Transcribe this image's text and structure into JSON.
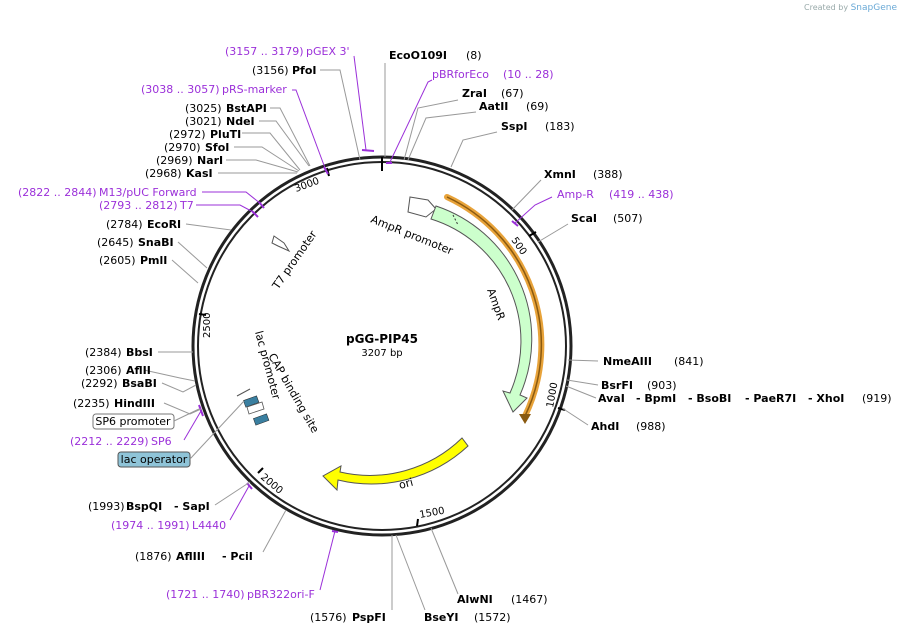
{
  "brand": {
    "created_by": "Created by",
    "name": "SnapGene"
  },
  "plasmid": {
    "name": "pGG-PIP45",
    "length": "3207 bp"
  },
  "ticks": [
    "3000",
    "500",
    "1000",
    "1500",
    "2000",
    "2500"
  ],
  "features": {
    "ampr_promoter": "AmpR promoter",
    "ampr": "AmpR",
    "ori": "ori",
    "t7_promoter": "T7 promoter",
    "lac_promoter": "lac promoter",
    "cap_site": "CAP binding site",
    "sp6_promoter": "SP6 promoter",
    "lac_operator": "lac operator"
  },
  "enzymes": {
    "ecoo109i": {
      "name": "EcoO109I",
      "pos": "(8)"
    },
    "zrai": {
      "name": "ZraI",
      "pos": "(67)"
    },
    "aatii": {
      "name": "AatII",
      "pos": "(69)"
    },
    "sspi": {
      "name": "SspI",
      "pos": "(183)"
    },
    "xmni": {
      "name": "XmnI",
      "pos": "(388)"
    },
    "scai": {
      "name": "ScaI",
      "pos": "(507)"
    },
    "nmeaiii": {
      "name": "NmeAIII",
      "pos": "(841)"
    },
    "bsrfi": {
      "name": "BsrFI",
      "pos": "(903)"
    },
    "avai_group": {
      "a": "AvaI",
      "b": "- BpmI",
      "c": "- BsoBI",
      "d": "- PaeR7I",
      "e": "- XhoI",
      "pos": "(919)"
    },
    "ahdi": {
      "name": "AhdI",
      "pos": "(988)"
    },
    "alwni": {
      "name": "AlwNI",
      "pos": "(1467)"
    },
    "bseyi": {
      "name": "BseYI",
      "pos": "(1572)"
    },
    "pspfi": {
      "name": "PspFI",
      "pos": "(1576)"
    },
    "afliii": {
      "pos": "(1876)",
      "name": "AflIII",
      "name2": "- PciI"
    },
    "bspqi": {
      "pos": "(1993)",
      "name": "BspQI",
      "name2": "- SapI"
    },
    "hindiii": {
      "pos": "(2235)",
      "name": "HindIII"
    },
    "bsabi": {
      "pos": "(2292)",
      "name": "BsaBI"
    },
    "aflii": {
      "pos": "(2306)",
      "name": "AflII"
    },
    "bbsi": {
      "pos": "(2384)",
      "name": "BbsI"
    },
    "pmli": {
      "pos": "(2605)",
      "name": "PmlI"
    },
    "snabi": {
      "pos": "(2645)",
      "name": "SnaBI"
    },
    "ecori": {
      "pos": "(2784)",
      "name": "EcoRI"
    },
    "kasi": {
      "pos": "(2968)",
      "name": "KasI"
    },
    "nari": {
      "pos": "(2969)",
      "name": "NarI"
    },
    "sfoi": {
      "pos": "(2970)",
      "name": "SfoI"
    },
    "pluti": {
      "pos": "(2972)",
      "name": "PluTI"
    },
    "ndei": {
      "pos": "(3021)",
      "name": "NdeI"
    },
    "bstapi": {
      "pos": "(3025)",
      "name": "BstAPI"
    },
    "pfoi": {
      "pos": "(3156)",
      "name": "PfoI"
    }
  },
  "primers": {
    "pgex3": {
      "range": "(3157 .. 3179)",
      "name": "pGEX 3'"
    },
    "pbrforeco": {
      "name": "pBRforEco",
      "range": "(10 .. 28)"
    },
    "prs_marker": {
      "range": "(3038 .. 3057)",
      "name": "pRS-marker"
    },
    "m13_fwd": {
      "range": "(2822 .. 2844)",
      "name": "M13/pUC Forward"
    },
    "t7": {
      "range": "(2793 .. 2812)",
      "name": "T7"
    },
    "amp_r": {
      "name": "Amp-R",
      "range": "(419 .. 438)"
    },
    "sp6": {
      "range": "(2212 .. 2229)",
      "name": "SP6"
    },
    "l4440": {
      "range": "(1974 .. 1991)",
      "name": "L4440"
    },
    "pbr322ori_f": {
      "range": "(1721 .. 1740)",
      "name": "pBR322ori-F"
    }
  },
  "colors": {
    "primer": "#9b30d9",
    "ampr_fill": "#ccffcc",
    "ori_fill": "#ffff00",
    "ampr_primer_arc": "#e8a33a",
    "lac_operator_fill": "#8fc4d8",
    "operator_block": "#3a7fa0"
  }
}
